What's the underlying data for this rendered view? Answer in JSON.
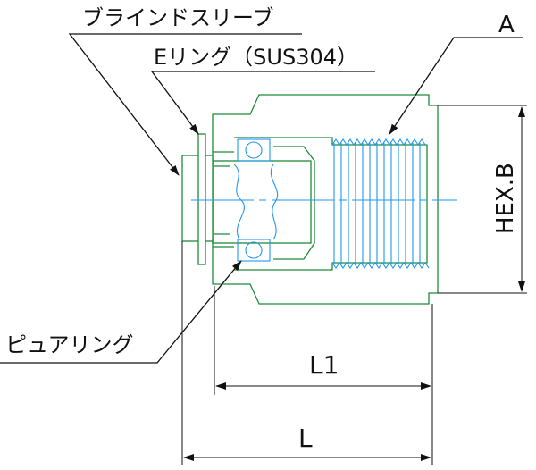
{
  "labels": {
    "blind_sleeve": "ブラインドスリーブ",
    "e_ring": "Eリング（SUS304）",
    "a": "A",
    "pure_ring": "ピュアリング",
    "hex_b": "HEX.B",
    "l1": "L1",
    "l": "L"
  },
  "colors": {
    "body": "#1f8a3a",
    "thread": "#2196f3",
    "text": "#111111"
  }
}
